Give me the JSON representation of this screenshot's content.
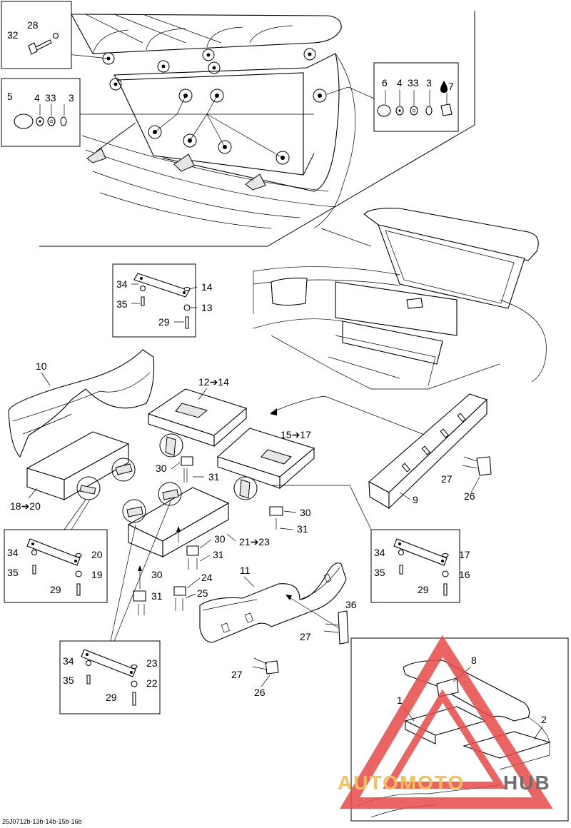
{
  "drawing_code": "25J0712b-13b-14b-15b-16b",
  "watermark": {
    "brand_text": "AUTOMOTOHUB",
    "colors": {
      "logo": "#e84a4a",
      "auto": "#f4b640",
      "hub": "#555555"
    }
  },
  "callouts": {
    "c1": "1",
    "c2": "2",
    "c3a": "3",
    "c3b": "3",
    "c4a": "4",
    "c4b": "4",
    "c5": "5",
    "c6": "6",
    "c7": "7",
    "c8": "8",
    "c9": "9",
    "c10": "10",
    "c11": "11",
    "c12_14": "12➔14",
    "c13": "13",
    "c14": "14",
    "c15_17": "15➔17",
    "c16": "16",
    "c17": "17",
    "c18_20": "18➔20",
    "c19": "19",
    "c20": "20",
    "c21_23": "21➔23",
    "c22": "22",
    "c23": "23",
    "c24": "24",
    "c25": "25",
    "c26a": "26",
    "c26b": "26",
    "c27a": "27",
    "c27b": "27",
    "c27c": "27",
    "c28": "28",
    "c29a": "29",
    "c29b": "29",
    "c29c": "29",
    "c29d": "29",
    "c30a": "30",
    "c30b": "30",
    "c30c": "30",
    "c30d": "30",
    "c31a": "31",
    "c31b": "31",
    "c31c": "31",
    "c31d": "31",
    "c32": "32",
    "c33a": "33",
    "c33b": "33",
    "c34a": "34",
    "c34b": "34",
    "c34c": "34",
    "c34d": "34",
    "c35a": "35",
    "c35b": "35",
    "c35c": "35",
    "c35d": "35",
    "c36": "36"
  },
  "icons": {
    "drop": "oil-drop-icon"
  }
}
